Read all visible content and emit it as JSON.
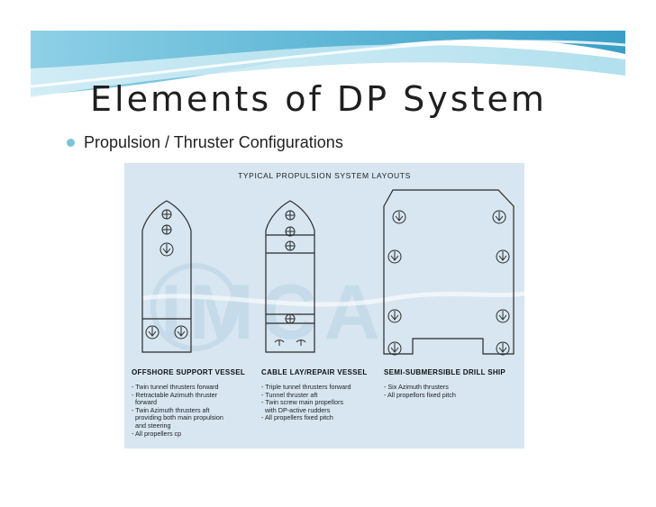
{
  "slide": {
    "title": "Elements of DP System",
    "bullet": "Propulsion / Thruster Configurations"
  },
  "figure": {
    "title": "TYPICAL PROPULSION SYSTEM LAYOUTS",
    "watermark": "IMCA",
    "vessels": [
      {
        "caption": "OFFSHORE SUPPORT VESSEL",
        "notes": [
          "- Twin tunnel thrusters forward",
          "- Retractable Azimuth thruster",
          "  forward",
          "- Twin Azimuth thrusters aft",
          "  providing both main propulsion",
          "  and steering",
          "- All propellers cp"
        ]
      },
      {
        "caption": "CABLE LAY/REPAIR VESSEL",
        "notes": [
          "- Triple tunnel thrusters forward",
          "- Tunnel thruster aft",
          "- Twin screw main propellors",
          "  with DP-active rudders",
          "- All propellers fixed pitch"
        ]
      },
      {
        "caption": "SEMI-SUBMERSIBLE DRILL SHIP",
        "notes": [
          "- Six Azimuth thrusters",
          "- All propellors fixed pitch"
        ]
      }
    ]
  },
  "colors": {
    "banner_blue": "#5bb4d3",
    "banner_light": "#b6e1ef",
    "bullet": "#7cc5d8",
    "figure_bg": "#d7e6f1"
  }
}
